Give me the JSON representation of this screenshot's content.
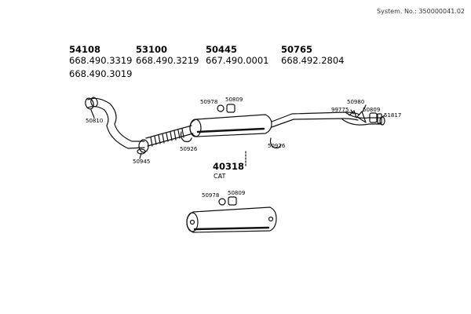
{
  "header": {
    "system_no": "System. No.: 350000041.02"
  },
  "columns": [
    {
      "part_no": "54108",
      "oem": [
        "668.490.3319",
        "668.490.3019"
      ]
    },
    {
      "part_no": "53100",
      "oem": [
        "668.490.3219"
      ]
    },
    {
      "part_no": "50445",
      "oem": [
        "667.490.0001"
      ]
    },
    {
      "part_no": "50765",
      "oem": [
        "668.492.2804"
      ]
    }
  ],
  "callouts": {
    "c50810": "50810",
    "c50945": "50945",
    "c50926_left": "50926",
    "c50926_right": "50926",
    "c50978_top": "50978",
    "c50809_top": "50809",
    "c50980": "50980",
    "c99775": "99775",
    "c50809_right": "50809",
    "c51817": "51817",
    "c50978_bottom": "50978",
    "c50809_bottom": "50809"
  },
  "catalyst": {
    "part_no": "40318",
    "label": "CAT"
  }
}
